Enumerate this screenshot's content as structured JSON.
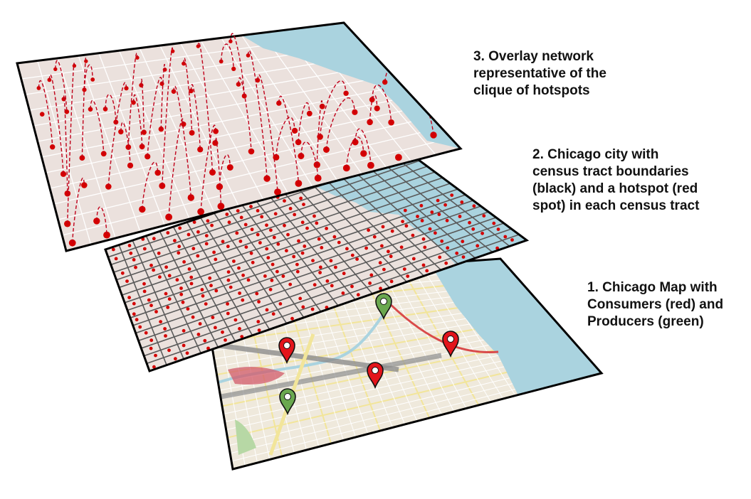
{
  "layers": [
    {
      "id": "layer-1-chicago-map",
      "caption": [
        "1. Chicago Map with",
        "Consumers (red) and",
        "Producers (green)"
      ],
      "markers": {
        "consumers": 3,
        "producers": 2
      }
    },
    {
      "id": "layer-2-census-tracts",
      "caption": [
        "2. Chicago city with",
        "census tract boundaries",
        "(black) and a hotspot (red",
        "spot) in each census tract"
      ]
    },
    {
      "id": "layer-3-overlay-network",
      "caption": [
        "3. Overlay network",
        "representative of the",
        "clique of hotspots"
      ]
    }
  ],
  "colors": {
    "water": "#aad3df",
    "land": "#ebe1dd",
    "hotspot": "#d40000",
    "consumer_marker": "#e3141b",
    "producer_marker": "#6aa84f",
    "tract_boundary": "#5a5a5a"
  }
}
